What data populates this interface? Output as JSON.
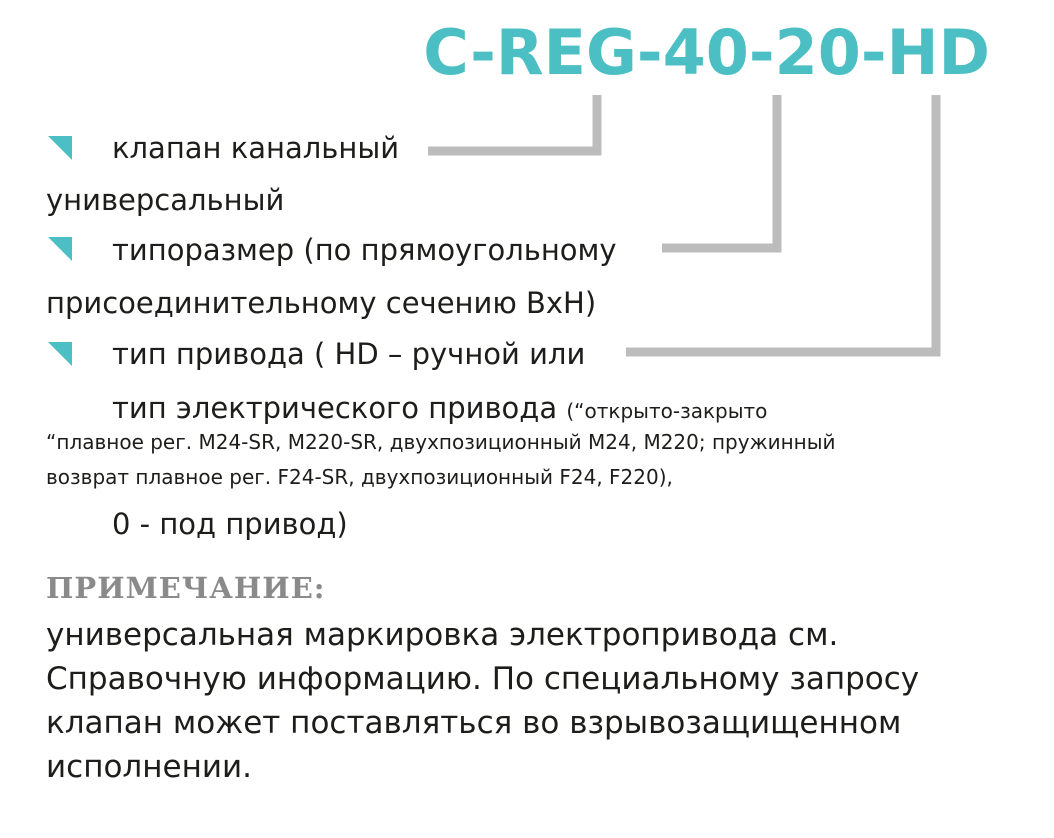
{
  "model_code": "C-REG-40-20-HD",
  "colors": {
    "accent": "#4bbfc3",
    "connector": "#bcbcbc",
    "note_title": "#8a8a8a",
    "text": "#1d1d1b"
  },
  "items": [
    {
      "line1": "клапан канальный",
      "line2": "универсальный"
    },
    {
      "line1": "типоразмер (по прямоугольному",
      "line2": "присоединительному сечению BxH)"
    },
    {
      "line1": "тип привода ( HD – ручной или",
      "line2_main": "тип электрического привода",
      "line2_small": "(“открыто-закрыто",
      "line3": "“плавное рег. M24-SR, M220-SR, двухпозиционный M24, M220; пружинный",
      "line4": "возврат плавное рег. F24-SR, двухпозиционный F24, F220),",
      "line5": "0 - под привод)"
    }
  ],
  "note": {
    "title": "ПРИМЕЧАНИЕ:",
    "lines": [
      "универсальная маркировка электропривода см.",
      "Справочную информацию. По специальному запросу",
      "клапан может поставляться во взрывозащищенном",
      "исполнении."
    ]
  }
}
